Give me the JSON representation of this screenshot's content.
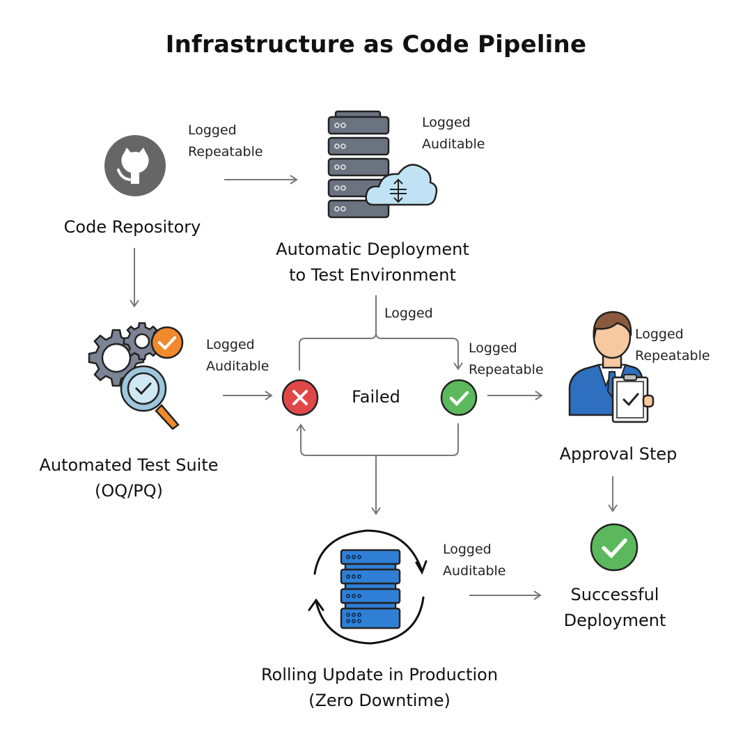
{
  "title": "Infrastructure as Code Pipeline",
  "nodes": {
    "code_repository": {
      "label": "Code Repository",
      "icon": "github-icon"
    },
    "test_deploy": {
      "label_line1": "Automatic Deployment",
      "label_line2": "to Test Environment",
      "icon": "server-cloud-icon"
    },
    "test_suite": {
      "label_line1": "Automated Test Suite",
      "label_line2": "(OQ/PQ)",
      "icon": "gears-magnifier-icon"
    },
    "decision": {
      "failed_label": "Failed",
      "fail_icon": "x-circle-icon",
      "pass_icon": "check-circle-icon"
    },
    "approval": {
      "label": "Approval Step",
      "icon": "approver-clipboard-icon"
    },
    "rolling_update": {
      "label_line1": "Rolling Update in Production",
      "label_line2": "(Zero Downtime)",
      "icon": "server-rotate-icon"
    },
    "success": {
      "label_line1": "Successful",
      "label_line2": "Deployment",
      "icon": "check-circle-icon"
    }
  },
  "annotations": {
    "repo_to_deploy": [
      "Logged",
      "Repeatable"
    ],
    "deploy": [
      "Logged",
      "Auditable"
    ],
    "suite_to_decision": [
      "Logged",
      "Auditable"
    ],
    "deploy_branch": [
      "Logged"
    ],
    "pass_branch": [
      "Logged",
      "Repeatable"
    ],
    "approval": [
      "Logged",
      "Repeatable"
    ],
    "rolling": [
      "Logged",
      "Auditable"
    ]
  },
  "colors": {
    "fail_red": "#e04848",
    "pass_green": "#5cb85c",
    "server_gray": "#6b7280",
    "cloud_blue": "#bfe3f4",
    "orange": "#f08a2c",
    "suit_blue": "#2f6fbf",
    "prod_blue": "#2f7fd6",
    "github_gray": "#666666",
    "arrow_gray": "#777777"
  }
}
